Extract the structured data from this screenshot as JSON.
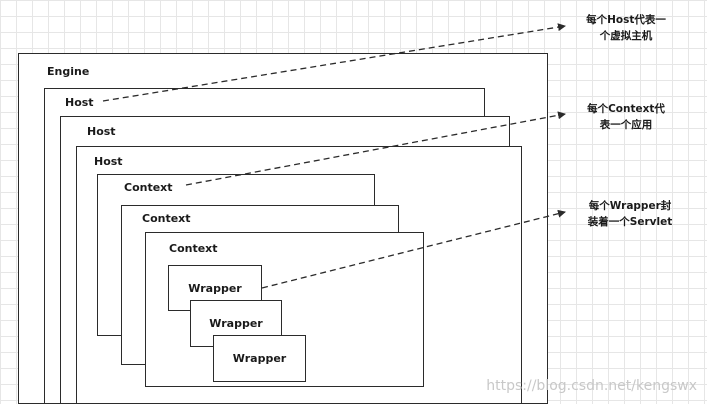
{
  "diagram": {
    "engine_label": "Engine",
    "hosts": [
      "Host",
      "Host",
      "Host"
    ],
    "contexts": [
      "Context",
      "Context",
      "Context"
    ],
    "wrappers": [
      "Wrapper",
      "Wrapper",
      "Wrapper"
    ],
    "notes": {
      "host": [
        "每个Host代表一",
        "个虚拟主机"
      ],
      "context": [
        "每个Context代",
        "表一个应用"
      ],
      "wrapper": [
        "每个Wrapper封",
        "装着一个Servlet"
      ]
    },
    "watermark": "https://blog.csdn.net/kengswx"
  }
}
